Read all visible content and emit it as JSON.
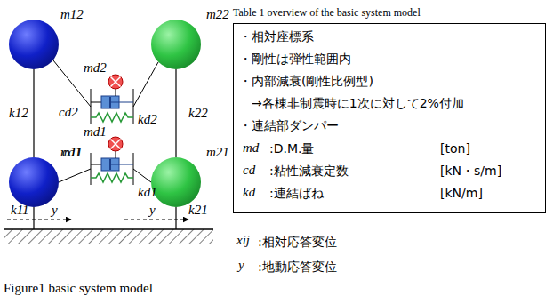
{
  "diagram": {
    "caption": "Figure1 basic system model",
    "nodes": [
      {
        "text": [
          "m12"
        ]
      },
      {
        "text": [
          "m11"
        ]
      },
      {
        "text": [
          "m22"
        ]
      },
      {
        "text": [
          "m21"
        ]
      },
      {
        "text": [
          "・相対座標系",
          "・剛性は弾性範囲内",
          "・内部減衰(剛性比例型)",
          "→各棟非制震時に1次に対して2%付加",
          "・連結部ダンパー",
          "md",
          ":D.M.量",
          "[ton]",
          "cd",
          ":粘性減衰定数",
          "[kN・s/m]",
          "kd",
          ":連結ばね",
          "[kN/m]"
        ]
      }
    ],
    "edges": [
      {
        "from": 1,
        "to": 0,
        "arrow": "none",
        "label": "k12"
      },
      {
        "from": 3,
        "to": 2,
        "arrow": "none",
        "label": "k22"
      }
    ],
    "labels": [
      "Table 1 overview of the basic system model",
      "k11",
      "k21",
      "md2",
      "md1",
      "cd2",
      "cd1",
      "kd2",
      "kd1",
      "y",
      "y",
      "xij",
      ":相対応答変位",
      "y",
      ":地動応答変位"
    ]
  }
}
